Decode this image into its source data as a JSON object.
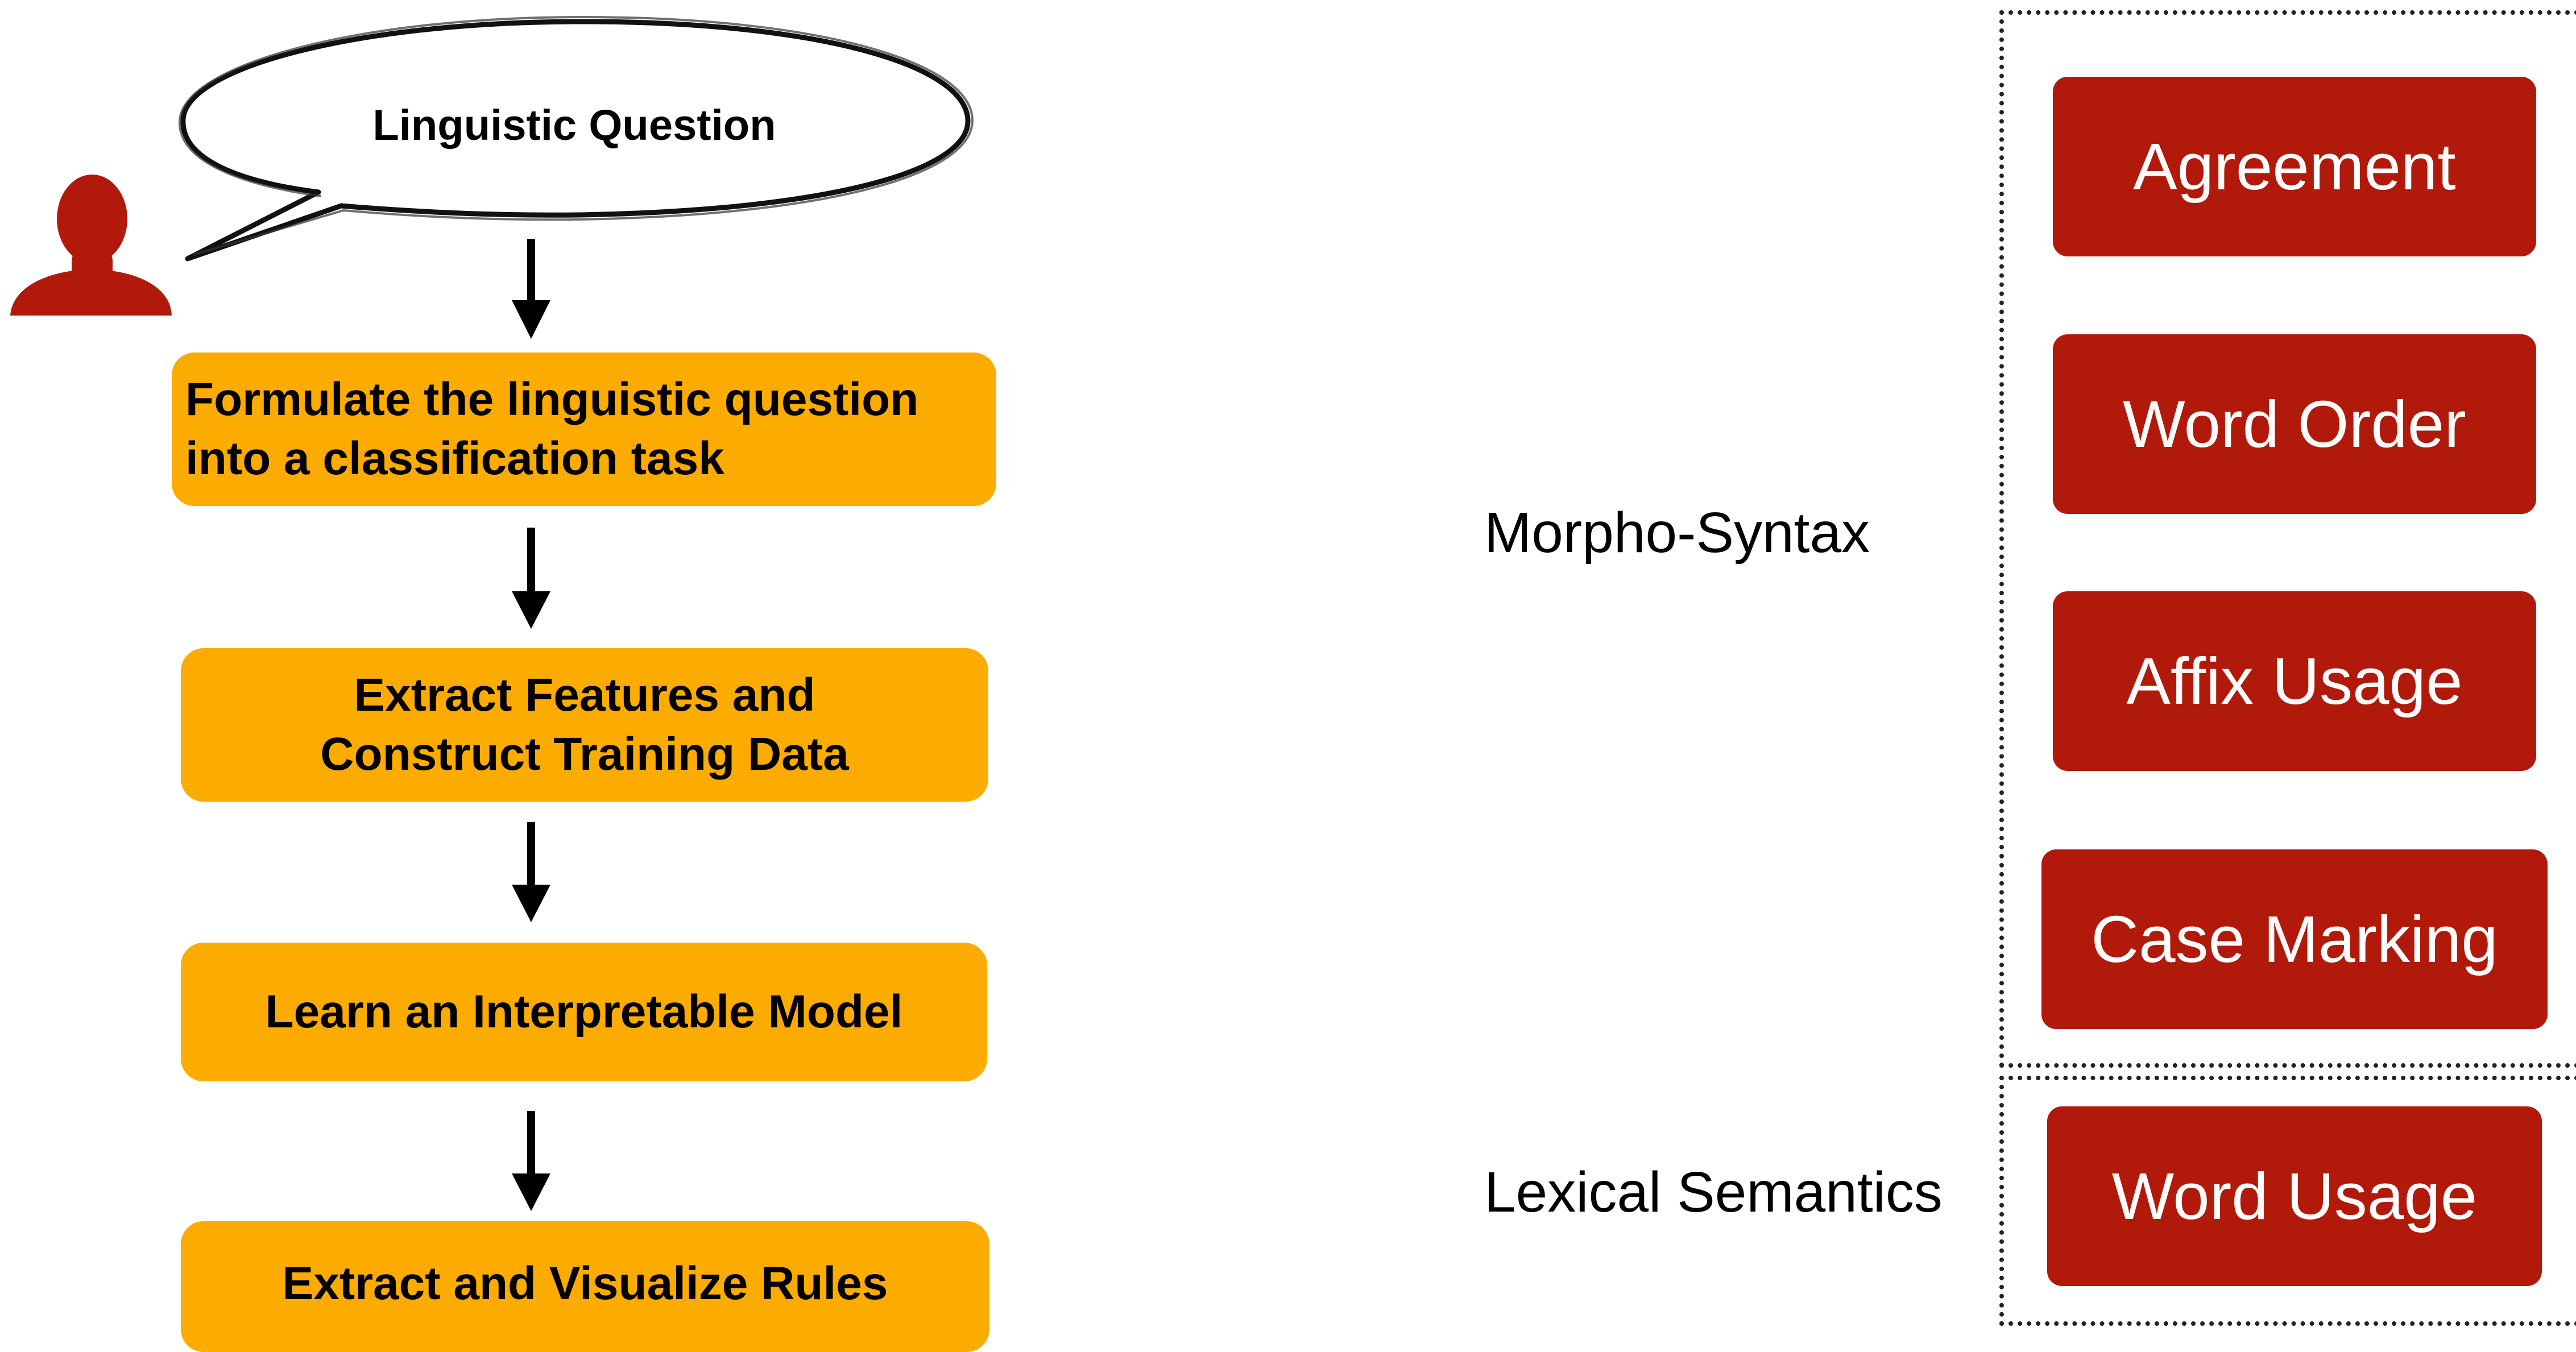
{
  "flow": {
    "question_label": "Linguistic Question",
    "steps": [
      {
        "lines": [
          "Formulate the linguistic question",
          "into a classification task"
        ]
      },
      {
        "lines": [
          "Extract Features and",
          "Construct Training Data"
        ]
      },
      {
        "lines": [
          "Learn an Interpretable Model"
        ]
      },
      {
        "lines": [
          "Extract and Visualize Rules"
        ]
      }
    ]
  },
  "categories": {
    "morpho_syntax": {
      "label": "Morpho-Syntax",
      "items": [
        "Agreement",
        "Word Order",
        "Affix Usage",
        "Case Marking"
      ]
    },
    "lexical_semantics": {
      "label": "Lexical Semantics",
      "items": [
        "Word Usage"
      ]
    }
  },
  "colors": {
    "step_fill": "#FCAB00",
    "phenomenon_fill": "#B11A0B",
    "person_fill": "#B11A0B",
    "arrow": "#000000"
  }
}
